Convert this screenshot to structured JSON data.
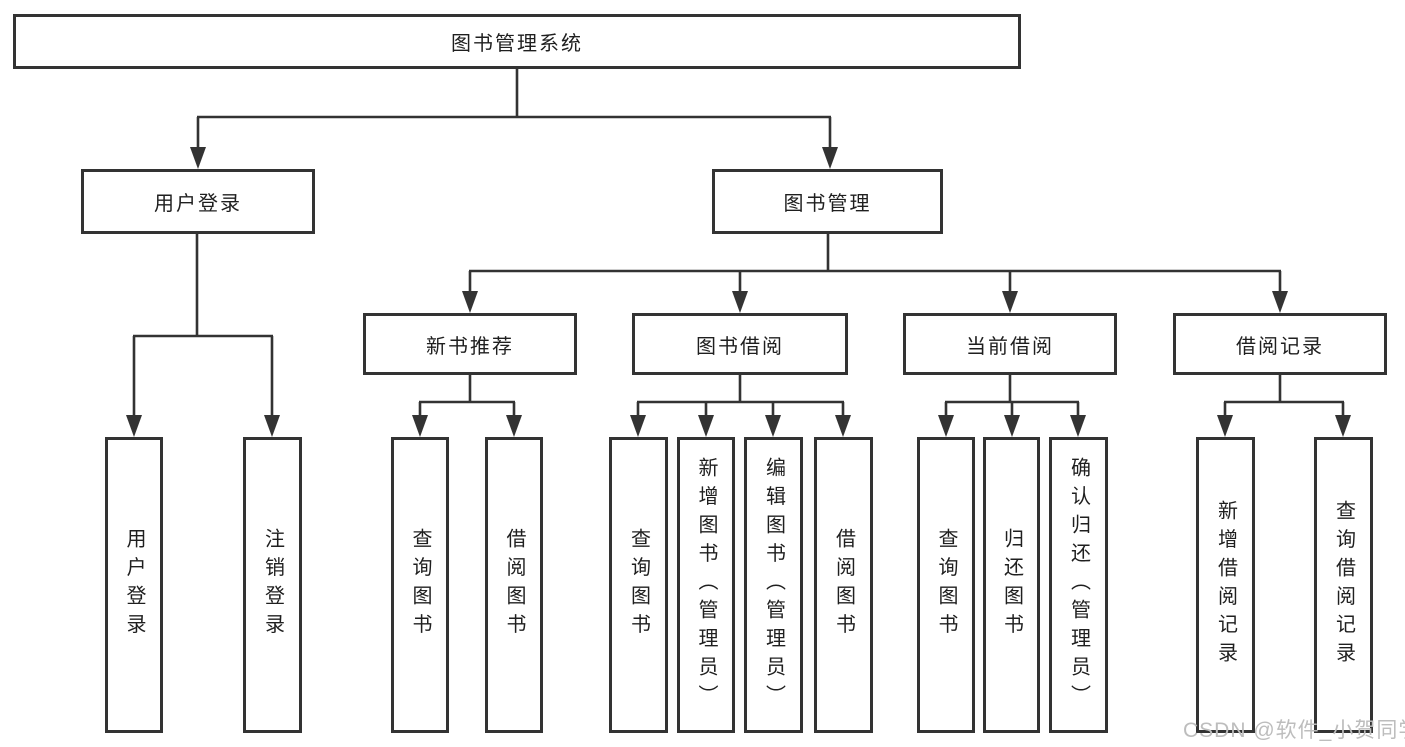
{
  "nodes": {
    "root": {
      "label": "图书管理系统"
    },
    "user_login": {
      "label": "用户登录"
    },
    "book_mgmt": {
      "label": "图书管理"
    },
    "new_book_rec": {
      "label": "新书推荐"
    },
    "book_borrow": {
      "label": "图书借阅"
    },
    "current_borrow": {
      "label": "当前借阅"
    },
    "borrow_records": {
      "label": "借阅记录"
    },
    "leaf_login": {
      "label": "用户登录"
    },
    "leaf_logout": {
      "label": "注销登录"
    },
    "leaf_query1": {
      "label": "查询图书"
    },
    "leaf_borrow1": {
      "label": "借阅图书"
    },
    "leaf_query2": {
      "label": "查询图书"
    },
    "leaf_add_book": {
      "label": "新增图书（管理员）"
    },
    "leaf_edit_book": {
      "label": "编辑图书（管理员）"
    },
    "leaf_borrow2": {
      "label": "借阅图书"
    },
    "leaf_query3": {
      "label": "查询图书"
    },
    "leaf_return": {
      "label": "归还图书"
    },
    "leaf_confirm": {
      "label": "确认归还（管理员）"
    },
    "leaf_add_record": {
      "label": "新增借阅记录"
    },
    "leaf_query_record": {
      "label": "查询借阅记录"
    }
  },
  "edges": [
    {
      "from": "root",
      "to": "user_login"
    },
    {
      "from": "root",
      "to": "book_mgmt"
    },
    {
      "from": "user_login",
      "to": "leaf_login"
    },
    {
      "from": "user_login",
      "to": "leaf_logout"
    },
    {
      "from": "book_mgmt",
      "to": "new_book_rec"
    },
    {
      "from": "book_mgmt",
      "to": "book_borrow"
    },
    {
      "from": "book_mgmt",
      "to": "current_borrow"
    },
    {
      "from": "book_mgmt",
      "to": "borrow_records"
    },
    {
      "from": "new_book_rec",
      "to": "leaf_query1"
    },
    {
      "from": "new_book_rec",
      "to": "leaf_borrow1"
    },
    {
      "from": "book_borrow",
      "to": "leaf_query2"
    },
    {
      "from": "book_borrow",
      "to": "leaf_add_book"
    },
    {
      "from": "book_borrow",
      "to": "leaf_edit_book"
    },
    {
      "from": "book_borrow",
      "to": "leaf_borrow2"
    },
    {
      "from": "current_borrow",
      "to": "leaf_query3"
    },
    {
      "from": "current_borrow",
      "to": "leaf_return"
    },
    {
      "from": "current_borrow",
      "to": "leaf_confirm"
    },
    {
      "from": "borrow_records",
      "to": "leaf_add_record"
    },
    {
      "from": "borrow_records",
      "to": "leaf_query_record"
    }
  ],
  "watermark": {
    "text": "CSDN @软件_小贺同学"
  },
  "colors": {
    "line": "#333333",
    "box_border": "#333333",
    "text": "#1f1f1f",
    "watermark": "#bdbdbd",
    "background": "#ffffff"
  }
}
